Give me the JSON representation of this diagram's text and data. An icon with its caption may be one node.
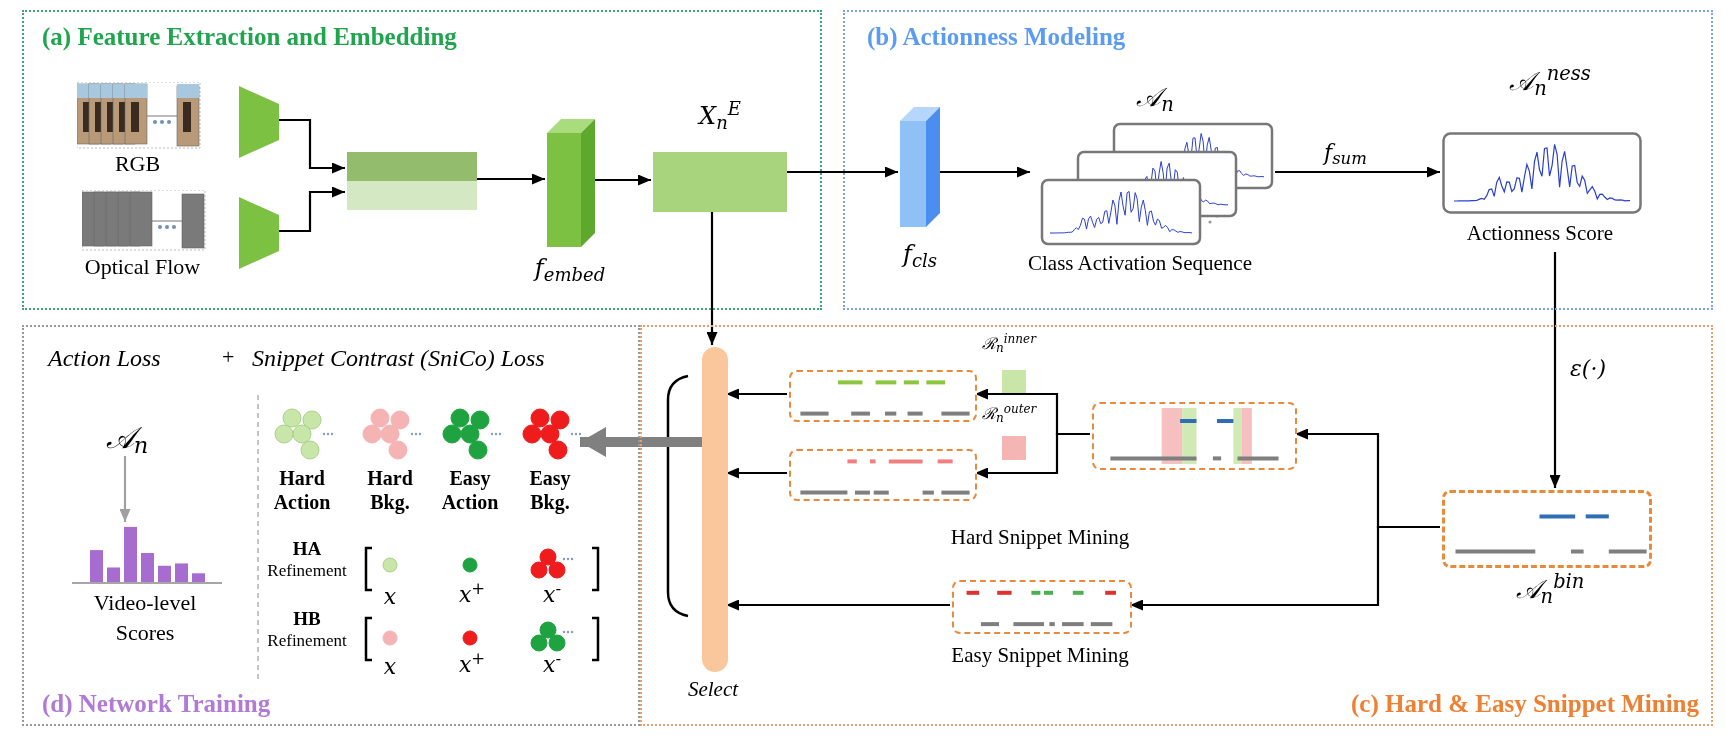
{
  "diagram": {
    "nodes": [
      {
        "text": [
          "(a) Feature Extraction and Embedding"
        ]
      },
      {
        "text": [],
        "shape": "picture",
        "in": 0,
        "beside": [
          "RGB"
        ]
      },
      {
        "text": [],
        "shape": "picture",
        "in": 0,
        "beside": [
          "Optical Flow"
        ]
      },
      {
        "text": [],
        "shape": "trapezoid",
        "in": 0
      },
      {
        "text": [],
        "shape": "trapezoid",
        "in": 0
      },
      {
        "text": [],
        "shape": "box",
        "in": 0
      },
      {
        "text": [],
        "shape": "box",
        "in": 0,
        "beside": [
          "f$_{embed}$"
        ]
      },
      {
        "text": [],
        "shape": "box",
        "in": 0,
        "beside": [
          "X$_{n}$$^{E}$"
        ]
      },
      {
        "text": [
          "(b) Actionness Modeling"
        ]
      },
      {
        "text": [],
        "shape": "box",
        "in": 8,
        "beside": [
          "f$_{cls}$"
        ]
      },
      {
        "text": [],
        "shape": "picture",
        "in": 8,
        "beside": [
          "𝒜$_{n}$",
          "Class Activation Sequence"
        ]
      },
      {
        "text": [],
        "shape": "picture",
        "in": 8,
        "beside": [
          "𝒜$_{n}$$^{ness}$",
          "Actionness Score"
        ]
      },
      {
        "text": [
          "(d) Network Training"
        ]
      },
      {
        "text": [
          "(c) Hard & Easy Snippet Mining"
        ]
      },
      {
        "text": [],
        "shape": "bar",
        "in": 13,
        "beside": [
          "Select"
        ]
      },
      {
        "text": [],
        "shape": "box",
        "in": 13
      },
      {
        "text": [],
        "shape": "box",
        "in": 13
      },
      {
        "text": [],
        "shape": "box",
        "in": 13
      },
      {
        "text": [],
        "shape": "box",
        "in": 13,
        "beside": [
          "𝒜$_{n}$$^{bin}$"
        ]
      },
      {
        "text": [],
        "shape": "box",
        "in": 13,
        "beside": [
          "Easy Snippet Mining"
        ]
      },
      {
        "text": [
          "𝒜$_{n}$"
        ],
        "in": 12
      },
      {
        "text": [],
        "shape": "picture",
        "in": 12,
        "beside": [
          "Video-level Scores"
        ]
      }
    ],
    "edges": [
      {
        "from": 3,
        "to": 5,
        "arrow": "to"
      },
      {
        "from": 4,
        "to": 5,
        "arrow": "to"
      },
      {
        "from": 5,
        "to": 6,
        "arrow": "to"
      },
      {
        "from": 6,
        "to": 7,
        "arrow": "to"
      },
      {
        "from": 7,
        "to": 9,
        "arrow": "to"
      },
      {
        "from": 9,
        "to": 10,
        "arrow": "to"
      },
      {
        "from": 10,
        "to": 11,
        "arrow": "to",
        "label": "f$_{sum}$"
      },
      {
        "from": 11,
        "to": 18,
        "arrow": "to",
        "label": "ε(·)"
      },
      {
        "from": 7,
        "to": 14,
        "arrow": "to"
      },
      {
        "from": 18,
        "to": 17,
        "arrow": "to"
      },
      {
        "from": 18,
        "to": 19,
        "arrow": "to"
      },
      {
        "from": 17,
        "to": 15,
        "arrow": "to"
      },
      {
        "from": 17,
        "to": 16,
        "arrow": "to"
      },
      {
        "from": 15,
        "to": 14,
        "arrow": "to"
      },
      {
        "from": 16,
        "to": 14,
        "arrow": "to"
      },
      {
        "from": 19,
        "to": 14,
        "arrow": "to"
      },
      {
        "from": 14,
        "to": 12,
        "arrow": "to",
        "style": "thick",
        "color": "#808080"
      },
      {
        "from": 20,
        "to": 21,
        "arrow": "to",
        "color": "#a0a0a0"
      }
    ],
    "labels": [
      "Action Loss",
      "+",
      "Snippet Contrast (SniCo) Loss",
      "Hard Action",
      "Hard Bkg.",
      "Easy Action",
      "Easy Bkg.",
      "HA",
      "Refinement",
      "x",
      "x$^{+}$",
      "x$^{-}$",
      "HB",
      "Refinement",
      "x",
      "x$^{+}$",
      "x$^{-}$",
      "ℛ$_{n}$$^{inner}$",
      "ℛ$_{n}$$^{outer}$",
      "Hard Snippet Mining"
    ]
  }
}
